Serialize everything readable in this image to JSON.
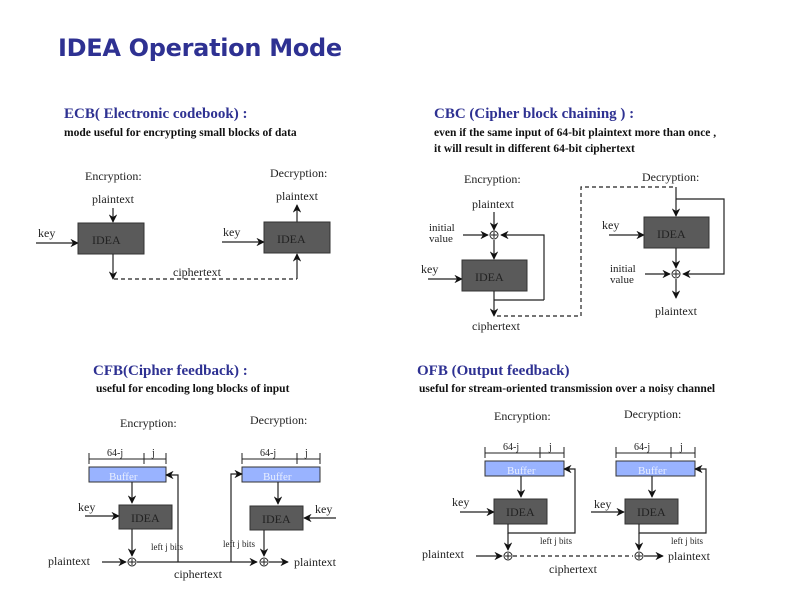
{
  "page": {
    "title": "IDEA Operation Mode"
  },
  "ecb": {
    "title": "ECB( Electronic codebook) :",
    "desc": "mode useful for encrypting small blocks of data",
    "enc_label": "Encryption:",
    "dec_label": "Decryption:",
    "plaintext": "plaintext",
    "key": "key",
    "idea": "IDEA",
    "ciphertext": "ciphertext"
  },
  "cbc": {
    "title": "CBC (Cipher block chaining ) :",
    "desc_line1": "even if the same input of 64-bit plaintext more than once ,",
    "desc_line2": "it will result in different 64-bit ciphertext",
    "enc_label": "Encryption:",
    "dec_label": "Decryption:",
    "plaintext": "plaintext",
    "key": "key",
    "idea": "IDEA",
    "initial_1": "initial",
    "initial_2": "value",
    "ciphertext": "ciphertext"
  },
  "cfb": {
    "title": "CFB(Cipher feedback) :",
    "desc": "useful for encoding long blocks of input",
    "enc_label": "Encryption:",
    "dec_label": "Decryption:",
    "buffer": "Buffer",
    "seg_a": "64-j",
    "seg_b": "j",
    "key": "key",
    "idea": "IDEA",
    "left_bits": "left j bits",
    "plaintext": "plaintext",
    "ciphertext": "ciphertext"
  },
  "ofb": {
    "title": "OFB (Output feedback)",
    "desc": "useful for stream-oriented transmission  over a noisy channel",
    "enc_label": "Encryption:",
    "dec_label": "Decryption:",
    "buffer": "Buffer",
    "seg_a": "64-j",
    "seg_b": "j",
    "key": "key",
    "idea": "IDEA",
    "left_bits": "left j bits",
    "plaintext": "plaintext",
    "ciphertext": "ciphertext"
  },
  "colors": {
    "title": "#2e3192",
    "idea_box": "#5a5a5a",
    "buffer_box": "#99b3ff"
  }
}
